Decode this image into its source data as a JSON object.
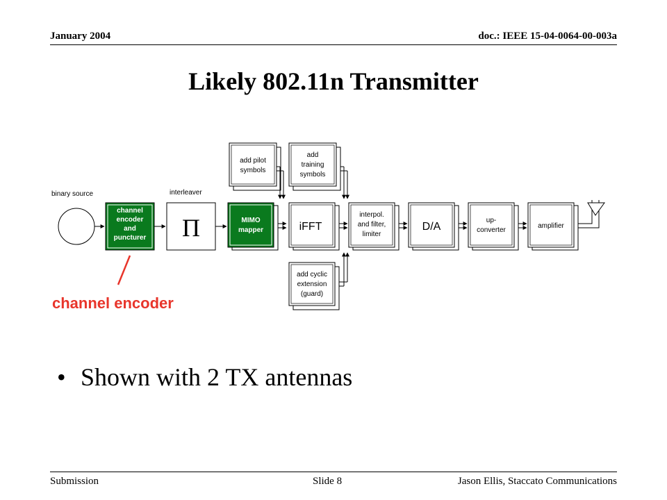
{
  "header": {
    "date": "January 2004",
    "doc": "doc.: IEEE 15-04-0064-00-003a"
  },
  "title": "Likely 802.11n Transmitter",
  "diagram": {
    "binary_source_label": "binary source",
    "interleaver_label": "interleaver",
    "encoder_lines": [
      "channel",
      "encoder",
      "and",
      "puncturer"
    ],
    "interleaver_symbol": "Π",
    "mimo_lines": [
      "MIMO",
      "mapper"
    ],
    "pilot_lines": [
      "add pilot",
      "symbols"
    ],
    "training_lines": [
      "add",
      "training",
      "symbols"
    ],
    "ifft_label": "iFFT",
    "cyclic_lines": [
      "add cyclic",
      "extension",
      "(guard)"
    ],
    "interp_lines": [
      "interpol.",
      "and filter,",
      "limiter"
    ],
    "da_label": "D/A",
    "upconv_lines": [
      "up-",
      "converter"
    ],
    "amplifier_label": "amplifier",
    "callout": "channel encoder"
  },
  "colors": {
    "block_green": "#0a7a1e",
    "callout_red": "#e8352b"
  },
  "bullet": "Shown with 2 TX antennas",
  "footer": {
    "left": "Submission",
    "center": "Slide 8",
    "right": "Jason Ellis, Staccato Communications"
  }
}
